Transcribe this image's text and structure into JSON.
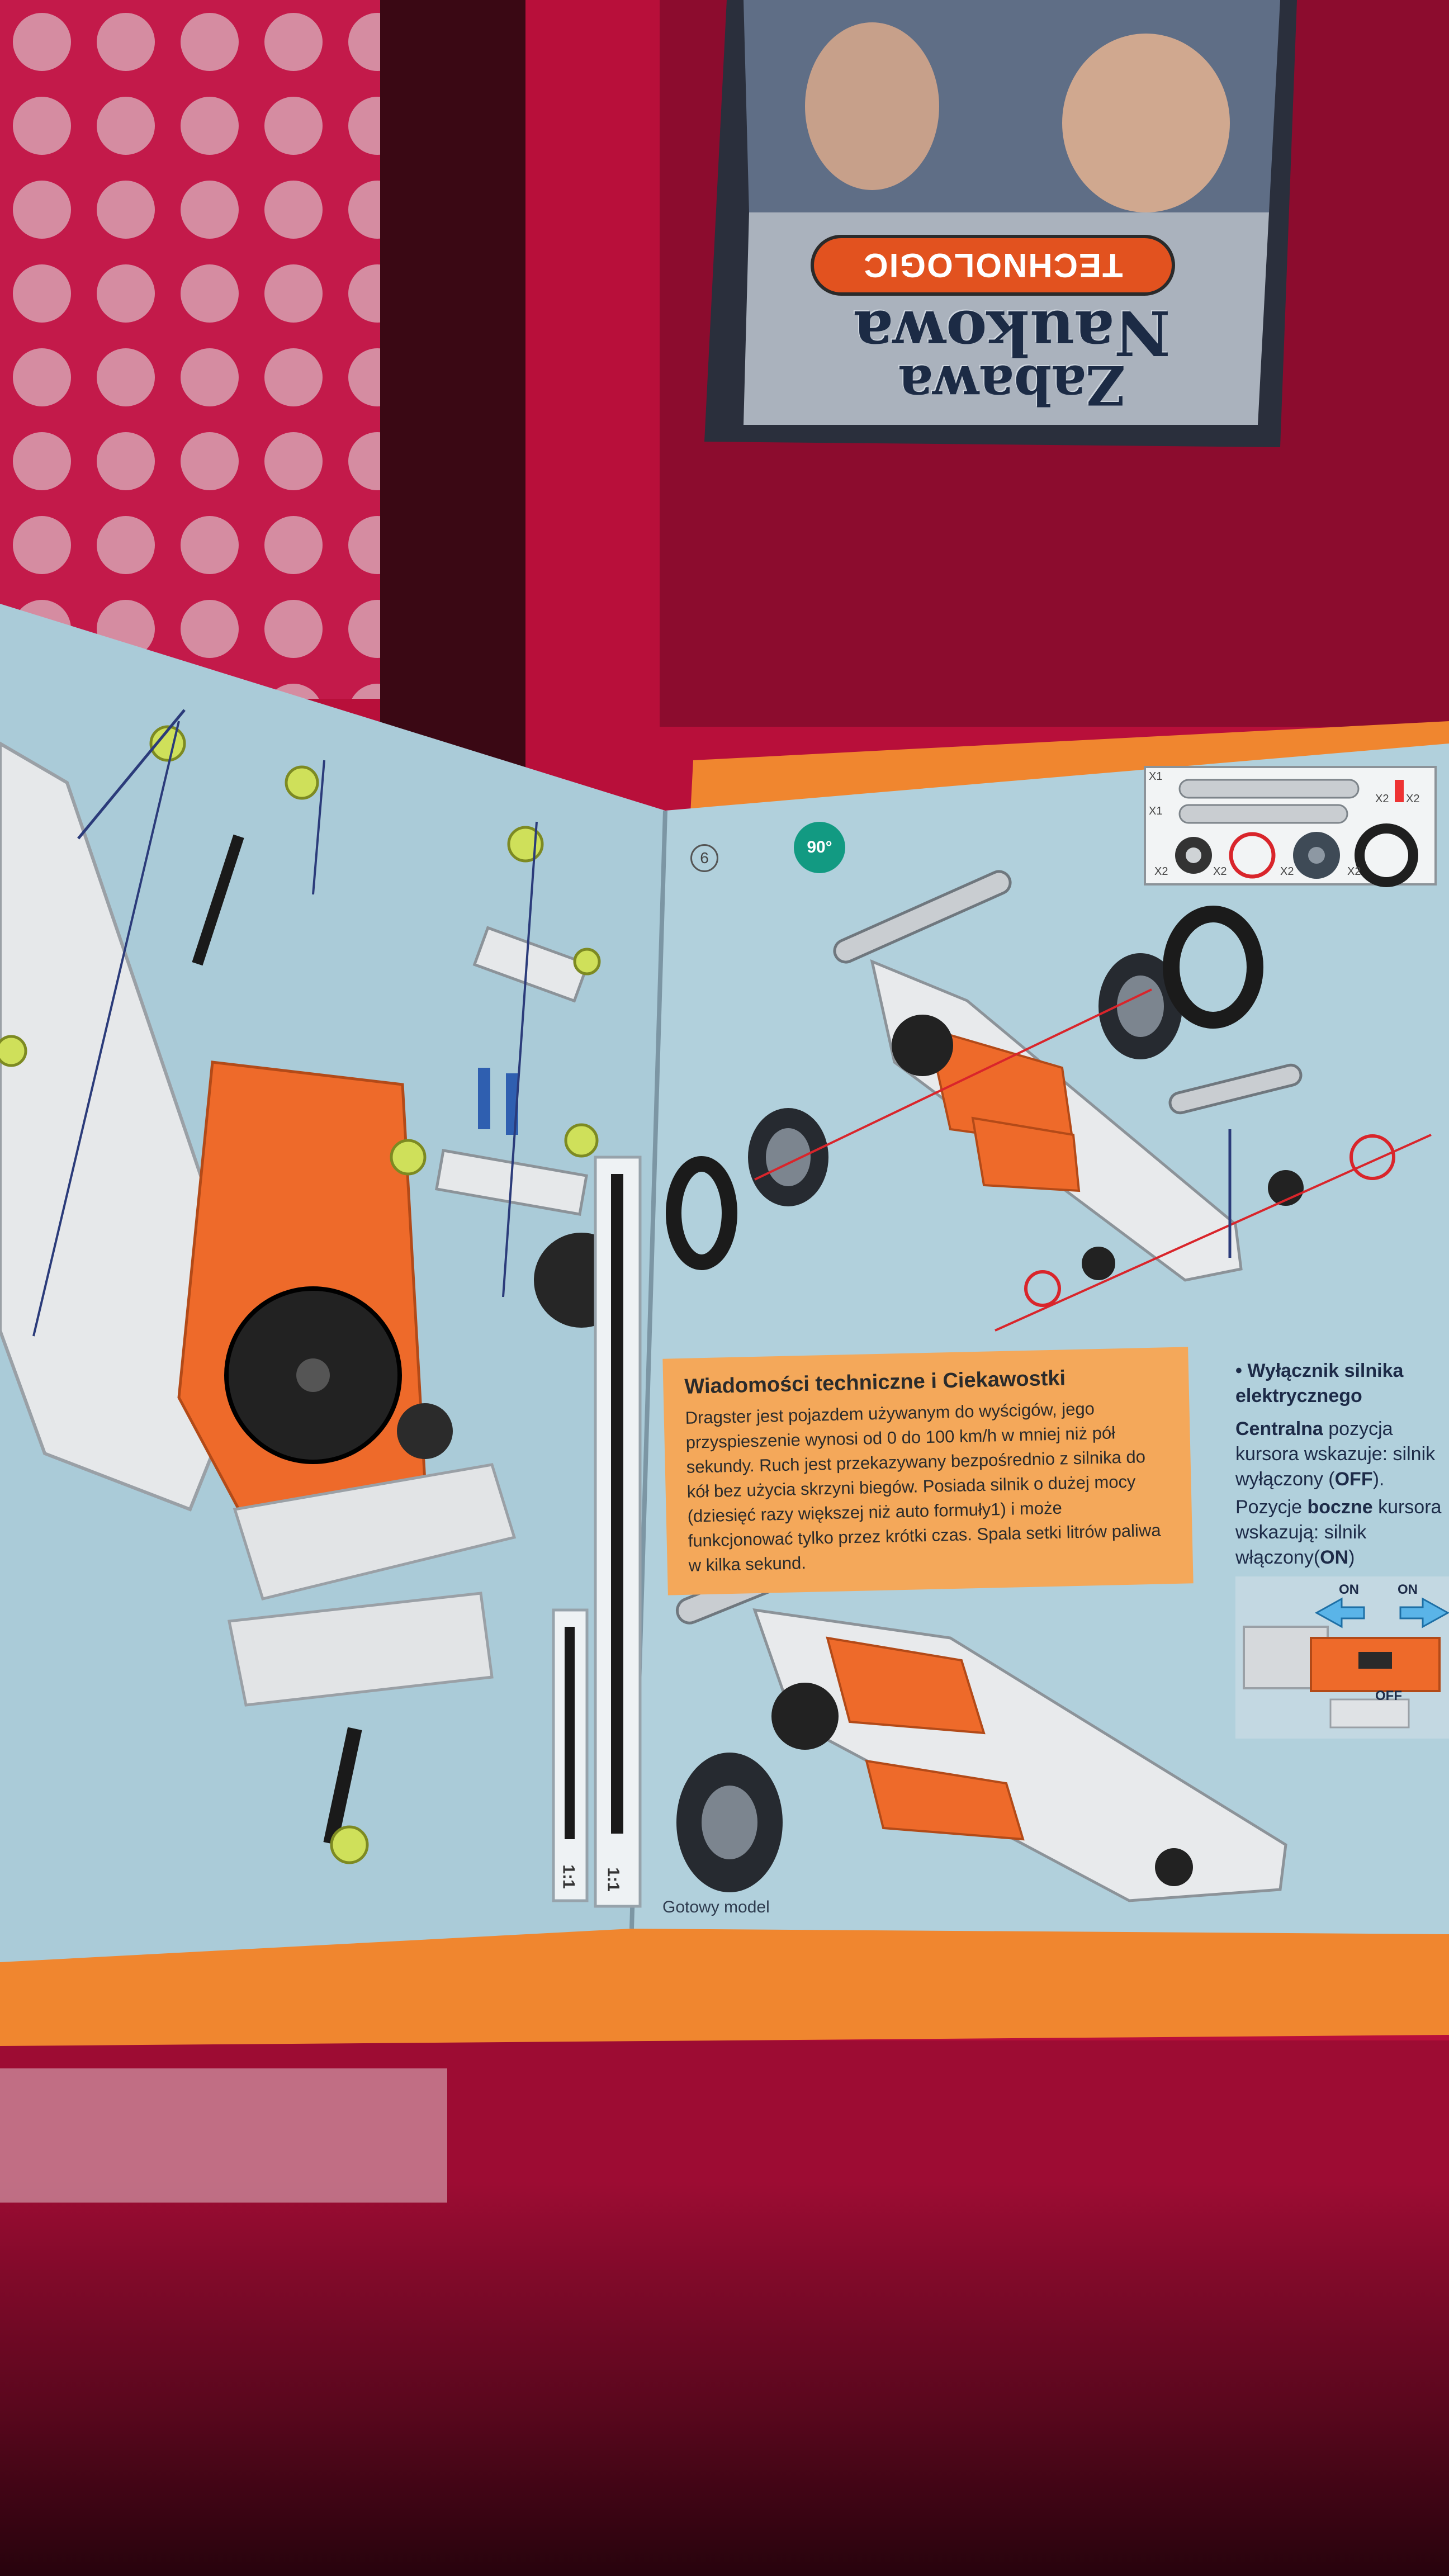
{
  "cover": {
    "title_line1": "Naukowa",
    "title_line2": "Zabawa",
    "brand": "TECHNOLOGIC"
  },
  "parts_list": {
    "qty_labels": [
      "X1",
      "X1",
      "X2",
      "X2",
      "X2",
      "X2",
      "X2",
      "X2"
    ]
  },
  "step": {
    "number": "6",
    "rotate_badge": "90°"
  },
  "info_box": {
    "title": "Wiadomości techniczne i Ciekawostki",
    "body": "Dragster jest pojazdem używanym do wyścigów, jego przyspieszenie wynosi od 0 do 100 km/h w mniej niż pół sekundy. Ruch jest przekazywany bezpośrednio z silnika do kół bez użycia skrzyni biegów. Posiada silnik o dużej mocy (dziesięć razy większej niż auto formuły1) i może funkcjonować tylko przez krótki czas. Spala setki litrów paliwa w kilka sekund."
  },
  "switch_note": {
    "heading": "• Wyłącznik silnika elektrycznego",
    "p1_bold": "Centralna",
    "p1_a": " pozycja kursora wskazuje: silnik wyłączony (",
    "p1_off": "OFF",
    "p1_b": ").",
    "p2_a": "Pozycje ",
    "p2_bold": "boczne",
    "p2_b": " kursora wskazują: silnik włączony(",
    "p2_on": "ON",
    "p2_c": ")"
  },
  "switch_diagram": {
    "on_left": "ON",
    "on_right": "ON",
    "off": "OFF"
  },
  "ruler": {
    "label_short": "1:1",
    "label_long": "1:1"
  },
  "finished_caption": "Gotowy model",
  "colors": {
    "page_blue": "#aacbd8",
    "orange_band": "#f0862f",
    "info_box": "#f4a85a",
    "badge_teal": "#129a82",
    "brick_orange": "#ee6a2a",
    "blanket_red": "#c4103e"
  }
}
